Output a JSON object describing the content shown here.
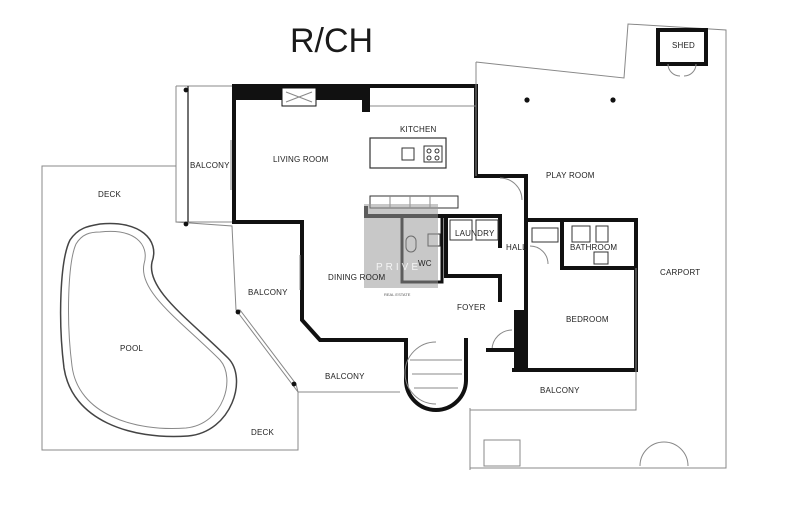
{
  "title": "R/CH",
  "rooms": {
    "shed": "SHED",
    "kitchen": "KITCHEN",
    "living_room": "LIVING ROOM",
    "balcony_west": "BALCONY",
    "play_room": "PLAY ROOM",
    "deck_top": "DECK",
    "laundry": "LAUNDRY",
    "hall": "HALL",
    "bathroom": "BATHROOM",
    "wc": "WC",
    "dining_room": "DINING ROOM",
    "balcony_mid": "BALCONY",
    "carport": "CARPORT",
    "foyer": "FOYER",
    "bedroom": "BEDROOM",
    "pool": "POOL",
    "balcony_south": "BALCONY",
    "balcony_bottom": "BALCONY",
    "deck_bottom": "DECK"
  },
  "watermark": {
    "brand": "PRIVE",
    "subtitle": "REAL ESTATE",
    "color": "#9a9a9a"
  },
  "colors": {
    "wall": "#111111",
    "line": "#888888",
    "background": "#ffffff"
  }
}
